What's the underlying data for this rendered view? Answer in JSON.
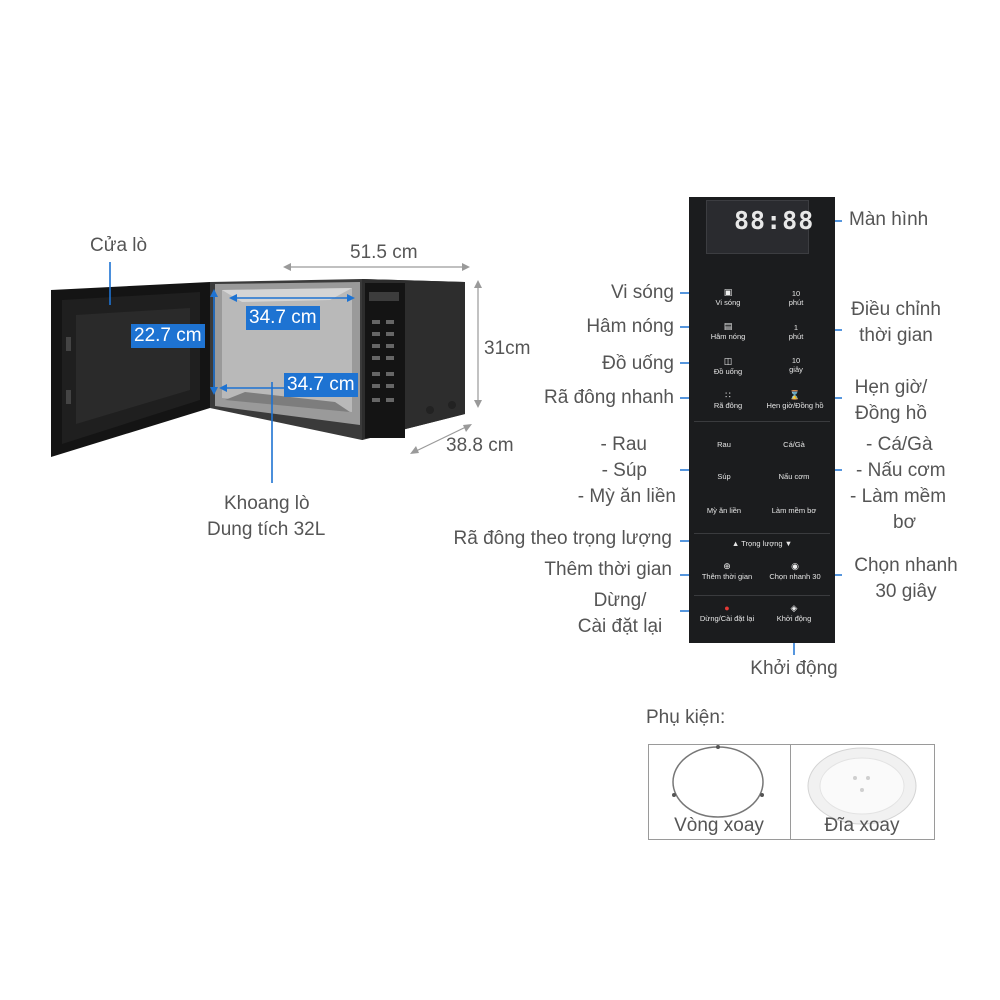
{
  "oven": {
    "door_label": "Cửa lò",
    "width_label": "51.5 cm",
    "height_label": "31cm",
    "depth_label": "38.8 cm",
    "cavity_height": "22.7 cm",
    "cavity_width": "34.7 cm",
    "cavity_depth": "34.7 cm",
    "cavity_label_line1": "Khoang lò",
    "cavity_label_line2": "Dung tích 32L"
  },
  "panel": {
    "display_digits": "88:88",
    "buttons": {
      "microwave": "Vi sóng",
      "reheat": "Hâm nóng",
      "drinks": "Đồ uống",
      "defrost": "Rã đông",
      "ten_min_top": "10",
      "ten_min_bottom": "phút",
      "one_min_top": "1",
      "one_min_bottom": "phút",
      "ten_sec_top": "10",
      "ten_sec_bottom": "giây",
      "timer_clock": "Hẹn giờ/Đồng hồ",
      "vegetable": "Rau",
      "soup": "Súp",
      "noodle": "Mỳ ăn liền",
      "fish_chicken": "Cá/Gà",
      "rice": "Nấu cơm",
      "butter": "Làm mềm bơ",
      "weight": "Trọng lượng",
      "add_time": "Thêm thời gian",
      "quick30": "Chọn nhanh 30",
      "stop": "Dừng/Cài đặt lại",
      "start": "Khởi động"
    }
  },
  "callouts": {
    "screen": "Màn hình",
    "microwave": "Vi sóng",
    "reheat": "Hâm nóng",
    "drinks": "Đồ uống",
    "quick_defrost": "Rã đông nhanh",
    "adjust_time_1": "Điều chỉnh",
    "adjust_time_2": "thời gian",
    "timer_1": "Hẹn giờ/",
    "timer_2": "Đồng hồ",
    "left_menu_1": "- Rau",
    "left_menu_2": "- Súp",
    "left_menu_3": "- Mỳ ăn liền",
    "right_menu_1": "- Cá/Gà",
    "right_menu_2": "- Nấu cơm",
    "right_menu_3": "- Làm mềm",
    "right_menu_4": "bơ",
    "weight_defrost": "Rã đông theo trọng lượng",
    "add_time": "Thêm thời gian",
    "stop_1": "Dừng/",
    "stop_2": "Cài đặt lại",
    "quick_1": "Chọn nhanh",
    "quick_2": "30 giây",
    "start": "Khởi động"
  },
  "accessories": {
    "title": "Phụ kiện:",
    "ring": "Vòng xoay",
    "plate": "Đĩa xoay"
  },
  "colors": {
    "accent": "#1e73d2",
    "panel": "#1b1c1e",
    "text": "#555555"
  }
}
